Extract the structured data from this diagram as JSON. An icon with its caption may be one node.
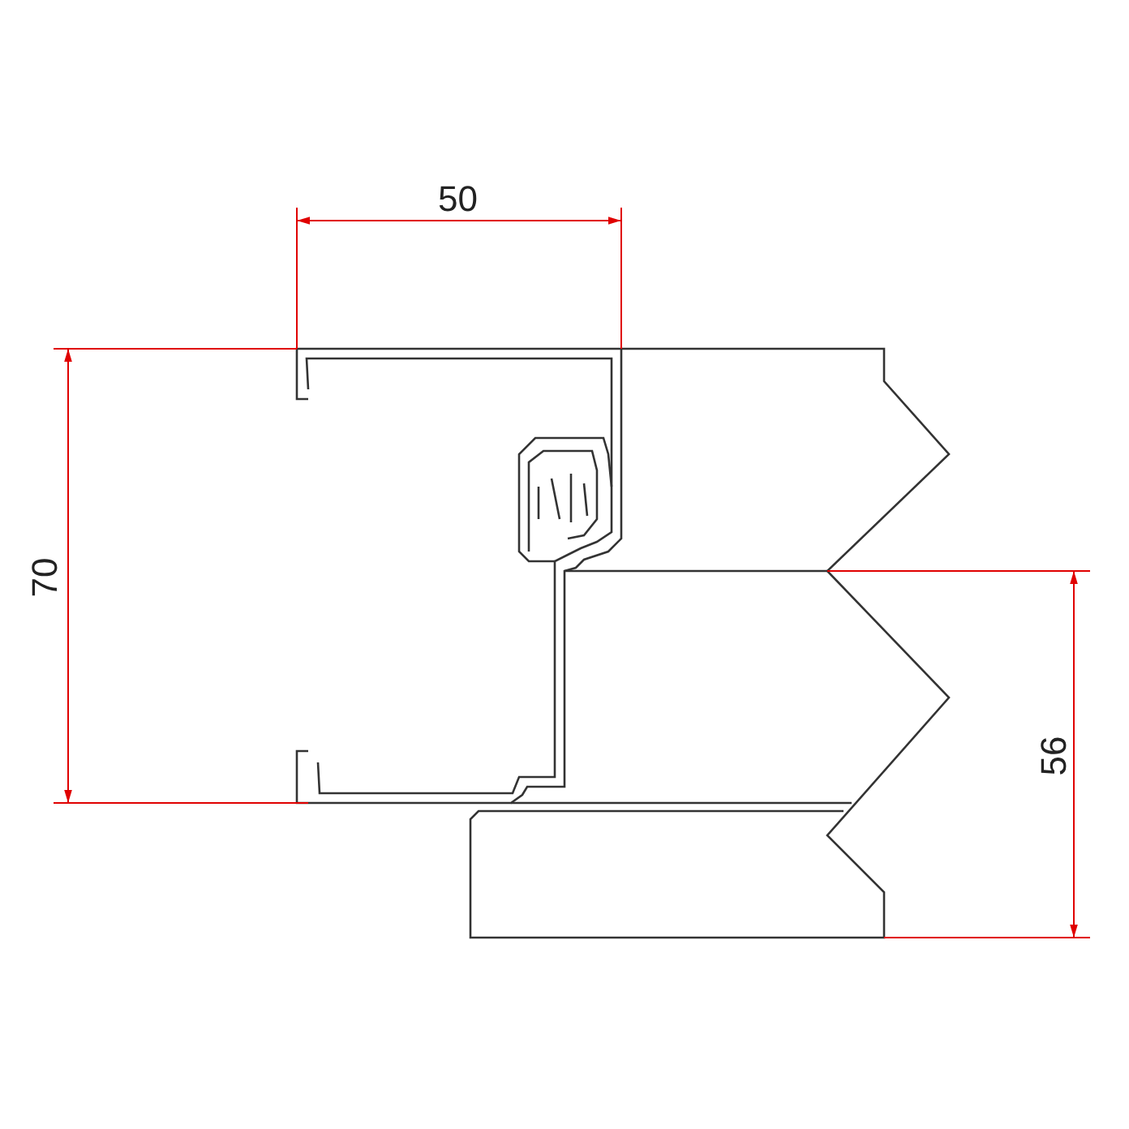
{
  "diagram": {
    "labels": [
      "50",
      "70",
      "56"
    ]
  }
}
